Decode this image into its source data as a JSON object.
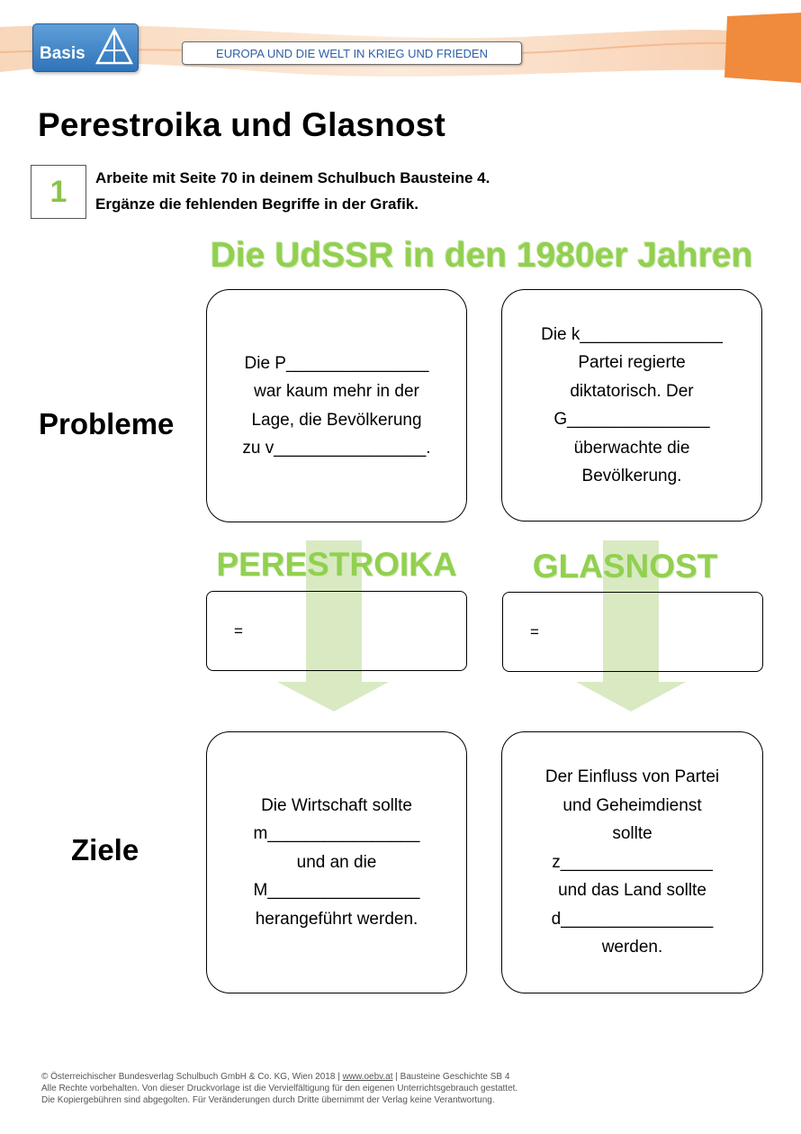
{
  "header": {
    "logo_text": "Basis",
    "series_title": "EUROPA UND DIE WELT IN KRIEG UND FRIEDEN",
    "colors": {
      "orange": "#f08a3c",
      "logo_blue": "#3a7fc4",
      "series_text": "#2e5fa8"
    }
  },
  "page_title": "Perestroika und Glasnost",
  "task": {
    "number": "1",
    "lines": [
      "Arbeite mit Seite 70 in deinem Schulbuch Bausteine 4.",
      "Ergänze die fehlenden Begriffe in der Grafik."
    ]
  },
  "graphic": {
    "title": "Die UdSSR in den 1980er Jahren",
    "accent_color": "#92d050",
    "arrow_color": "#d9eac3",
    "row_labels": {
      "problems": "Probleme",
      "goals": "Ziele"
    },
    "problem_cards": [
      {
        "lines": [
          "Die P_______________",
          "war kaum mehr in der",
          "Lage, die Bevölkerung",
          "zu v________________."
        ]
      },
      {
        "lines": [
          "Die k_______________",
          "Partei regierte",
          "diktatorisch. Der",
          "G_______________",
          "überwachte die",
          "Bevölkerung."
        ]
      }
    ],
    "concepts": [
      {
        "label": "PERESTROIKA",
        "definition_prefix": "="
      },
      {
        "label": "GLASNOST",
        "definition_prefix": "="
      }
    ],
    "goal_cards": [
      {
        "lines": [
          "Die Wirtschaft sollte",
          "m________________",
          "und an die",
          "M________________",
          "herangeführt werden."
        ]
      },
      {
        "lines": [
          "Der Einfluss von Partei",
          "und Geheimdienst",
          "sollte",
          "z________________",
          "und das Land sollte",
          "d________________",
          "werden."
        ]
      }
    ]
  },
  "footer": {
    "line1_prefix": "© Österreichischer Bundesverlag Schulbuch GmbH & Co. KG, Wien 2018 | ",
    "link": "www.oebv.at",
    "line1_suffix": " | Bausteine Geschichte SB 4",
    "line2": "Alle Rechte vorbehalten. Von dieser Druckvorlage ist die Vervielfältigung für den eigenen Unterrichtsgebrauch gestattet.",
    "line3": "Die Kopiergebühren sind abgegolten. Für Veränderungen durch Dritte übernimmt der Verlag keine Verantwortung."
  }
}
